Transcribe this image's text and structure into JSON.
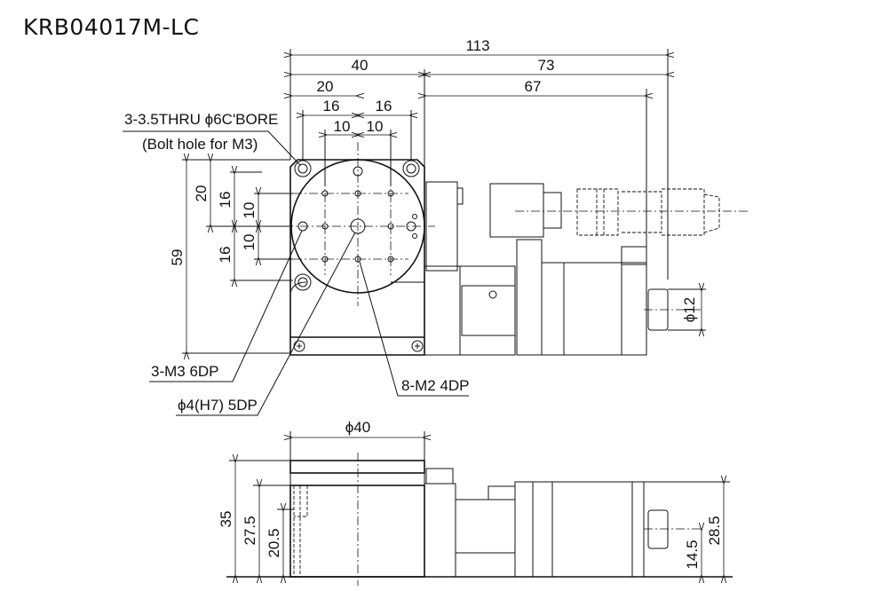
{
  "title": "KRB04017M-LC",
  "top_view": {
    "dims": {
      "overall_length": "113",
      "table_width": "40",
      "motor_length": "73",
      "motor_body": "67",
      "half_table": "20",
      "bolt_pitch_left": "16",
      "bolt_pitch_right": "16",
      "hole_pitch_left": "10",
      "hole_pitch_right": "10",
      "height_59": "59",
      "v_20": "20",
      "v_16_top": "16",
      "v_16_bottom": "16",
      "v_10_top": "10",
      "v_10_bottom": "10",
      "connector_dia": "ϕ12"
    },
    "callouts": {
      "bolt_hole": "3-3.5THRU ϕ6C'BORE",
      "bolt_hole_note": "(Bolt hole for M3)",
      "m3": "3-M3 6DP",
      "pin": "ϕ4(H7) 5DP",
      "m2": "8-M2 4DP"
    }
  },
  "side_view": {
    "dims": {
      "table_dia": "ϕ40",
      "height_35": "35",
      "height_27_5": "27.5",
      "height_20_5": "20.5",
      "motor_height": "28.5",
      "connector_height": "14.5"
    }
  }
}
